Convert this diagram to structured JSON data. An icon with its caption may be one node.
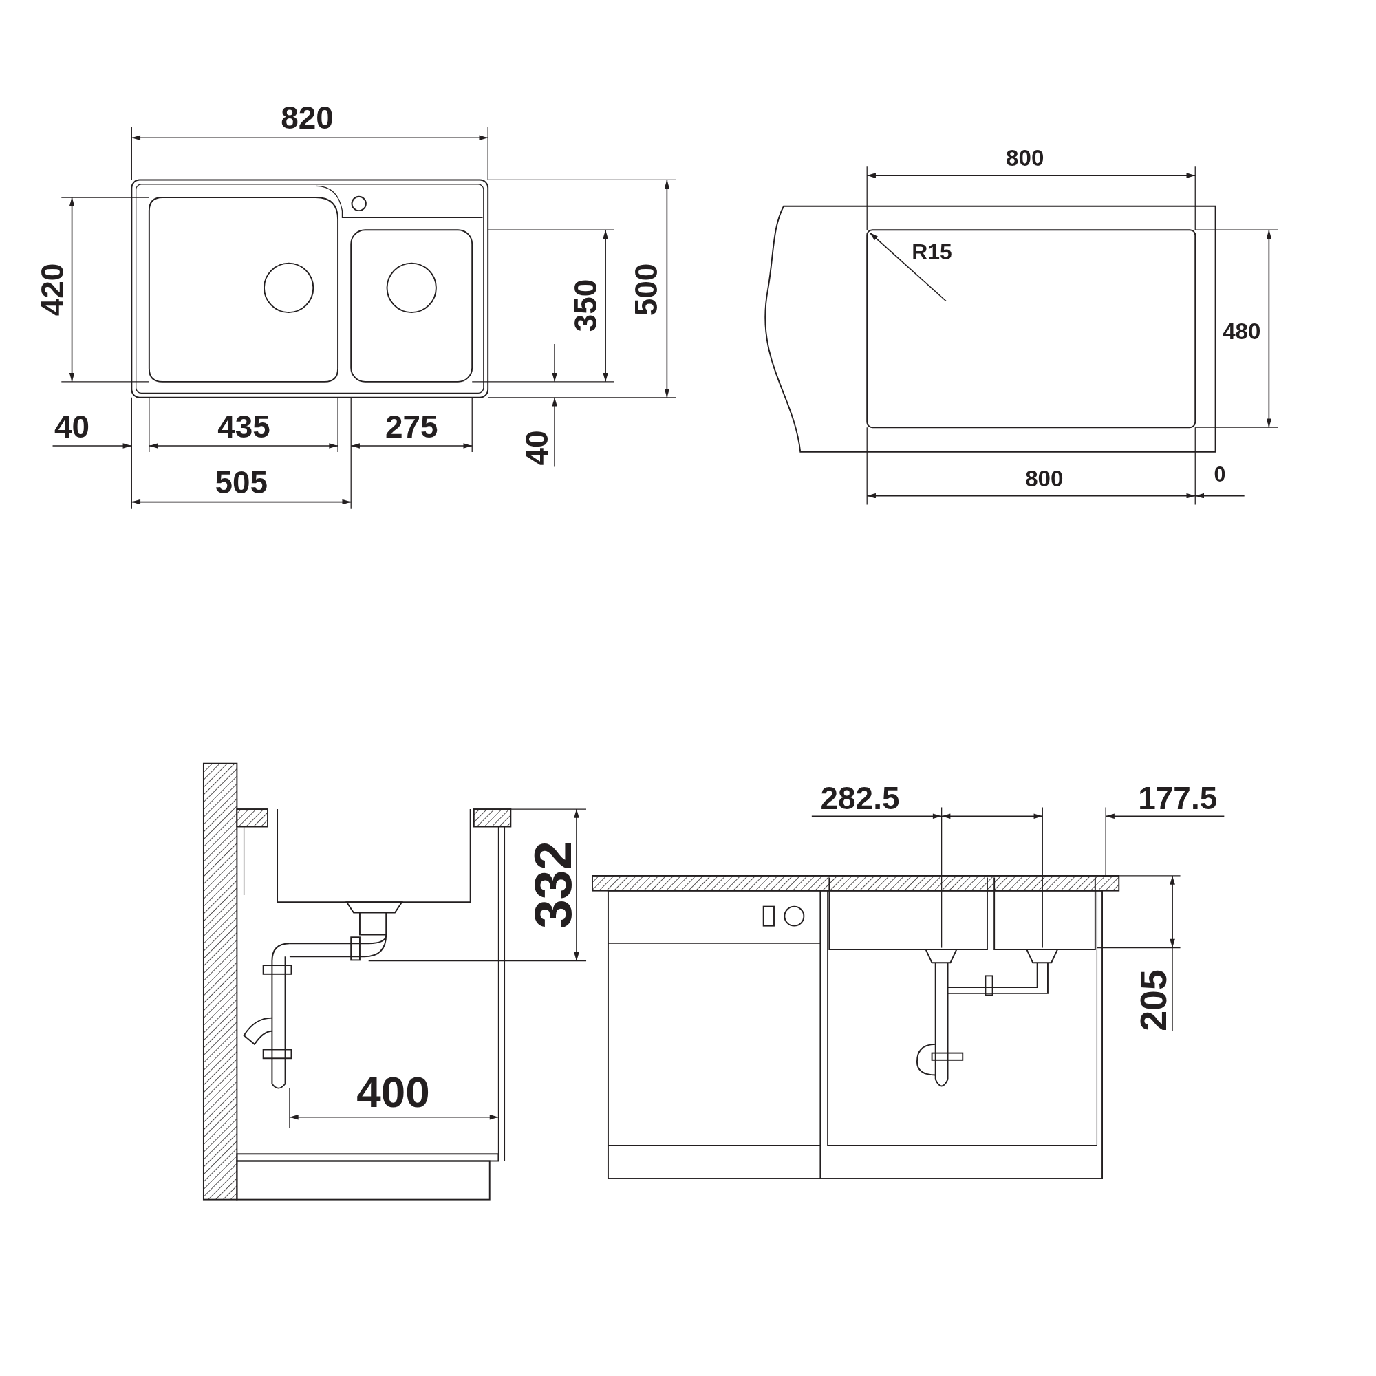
{
  "diagram": {
    "labels": [
      "820",
      "800",
      "R15",
      "420",
      "350",
      "500",
      "480",
      "40",
      "435",
      "275",
      "40",
      "505",
      "800",
      "0",
      "282.5",
      "177.5",
      "332",
      "205",
      "400"
    ]
  }
}
